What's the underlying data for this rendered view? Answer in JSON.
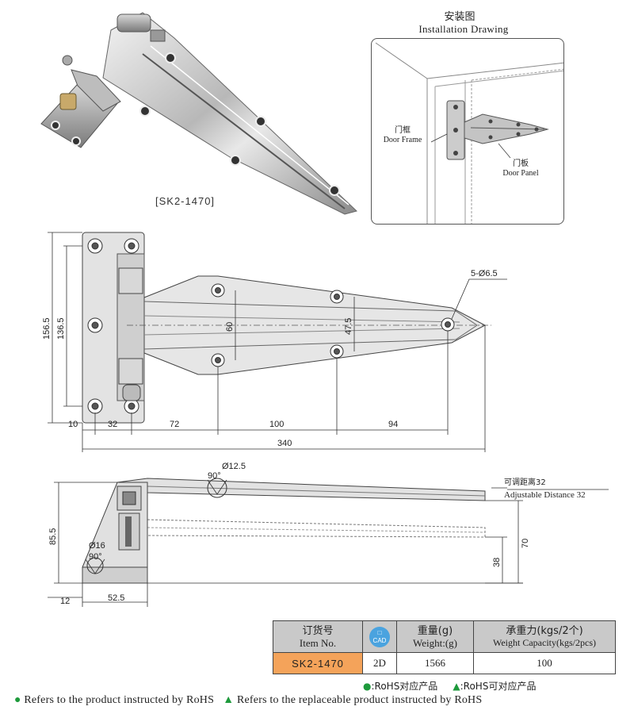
{
  "product_image": {
    "caption": "[SK2-1470]"
  },
  "installation": {
    "title_cn": "安装图",
    "title_en": "Installation Drawing",
    "door_frame_cn": "门框",
    "door_frame_en": "Door Frame",
    "door_panel_cn": "门板",
    "door_panel_en": "Door Panel"
  },
  "front_view": {
    "holes_note": "5-Ø6.5",
    "dim_height_overall": "156.5",
    "dim_height_inner": "136.5",
    "dim_hole_spacing_1": "60",
    "dim_hole_spacing_2": "47.5",
    "dim_bottom": [
      "10",
      "32",
      "72",
      "100",
      "94"
    ],
    "dim_total_length": "340"
  },
  "side_view": {
    "dia_top": "Ø12.5",
    "angle_top": "90°",
    "dia_bottom": "Ø16",
    "angle_bottom": "90°",
    "adjust_cn": "可调距离32",
    "adjust_en": "Adjustable Distance  32",
    "dim_height": "85.5",
    "dim_70": "70",
    "dim_38": "38",
    "dim_12": "12",
    "dim_52_5": "52.5"
  },
  "spec_table": {
    "col_item_cn": "订货号",
    "col_item_en": "Item No.",
    "col_cad": "CAD",
    "col_weight_cn": "重量(g)",
    "col_weight_en": "Weight:(g)",
    "col_capacity_cn": "承重力(kgs/2个)",
    "col_capacity_en": "Weight Capacity(kgs/2pcs)",
    "item_no": "SK2-1470",
    "cad_value": "2D",
    "weight": "1566",
    "capacity": "100"
  },
  "legend": {
    "rohs_cn": ":RoHS对应产品",
    "replaceable_cn": ":RoHS可对应产品",
    "rohs_en": "Refers to the product instructed by RoHS",
    "replaceable_en": "Refers to the replaceable product instructed by RoHS"
  }
}
